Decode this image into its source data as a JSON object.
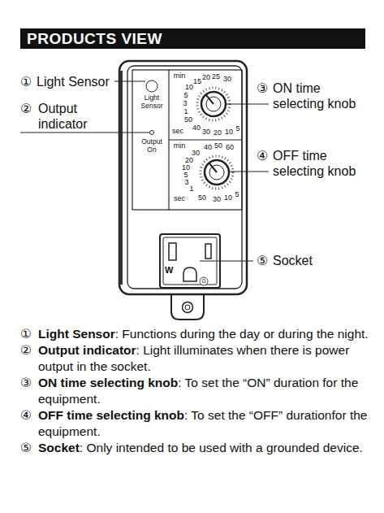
{
  "diagram": {
    "title": "PRODUCTS VIEW",
    "labels": [
      "①",
      "Light Sensor",
      "②",
      "Output indicator",
      "③",
      "ON time selecting knob",
      "④",
      "OFF time selecting knob",
      "⑤",
      "Socket",
      "Light Sensor",
      "Output On",
      "min",
      "15",
      "20",
      "25",
      "30",
      "10",
      "5",
      "3",
      "1",
      "50",
      "sec",
      "40",
      "30",
      "20",
      "10",
      "5",
      "min",
      "40",
      "50",
      "60",
      "30",
      "20",
      "10",
      "5",
      "3",
      "1",
      "sec",
      "50",
      "30",
      "10",
      "5",
      "W",
      "G",
      "①",
      "Light Sensor",
      ": Functions during the day or during the night.",
      "②",
      "Output indicator",
      ": Light illuminates when there is power output in the socket.",
      "③",
      "ON time selecting knob",
      ": To set the “ON” duration for the equipment.",
      "④",
      "OFF time selecting knob",
      ": To set the “OFF” durationfor the equipment.",
      "⑤",
      "Socket",
      ": Only intended to be used with a grounded device."
    ]
  }
}
